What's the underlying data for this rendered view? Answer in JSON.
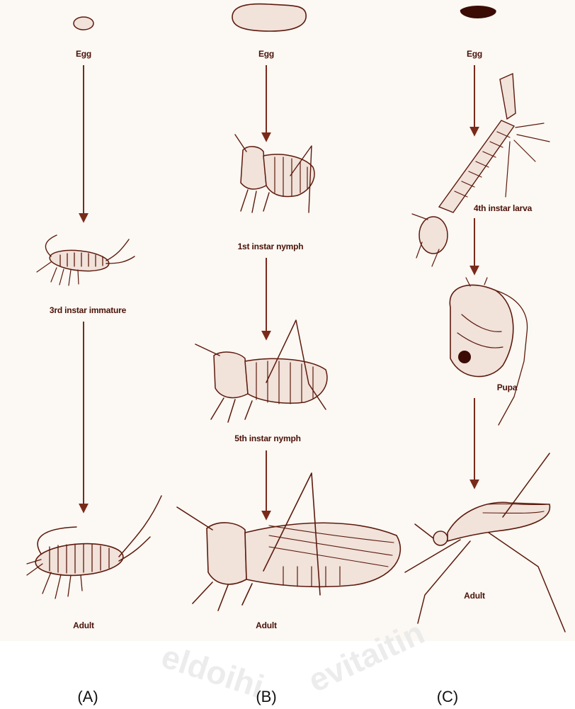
{
  "colors": {
    "ink": "#5c1a0d",
    "paper": "#fcf8f3",
    "arrow": "#7a2a1a"
  },
  "panels": {
    "a": {
      "label": "(A)",
      "stages": {
        "egg": "Egg",
        "immature": "3rd instar immature",
        "adult": "Adult"
      }
    },
    "b": {
      "label": "(B)",
      "stages": {
        "egg": "Egg",
        "nymph1": "1st instar nymph",
        "nymph5": "5th instar nymph",
        "adult": "Adult"
      }
    },
    "c": {
      "label": "(C)",
      "stages": {
        "egg": "Egg",
        "larva": "4th instar larva",
        "pupa": "Pupa",
        "adult": "Adult"
      }
    }
  },
  "watermark": {
    "left": "eldoihi",
    "right": "evitaitin"
  }
}
